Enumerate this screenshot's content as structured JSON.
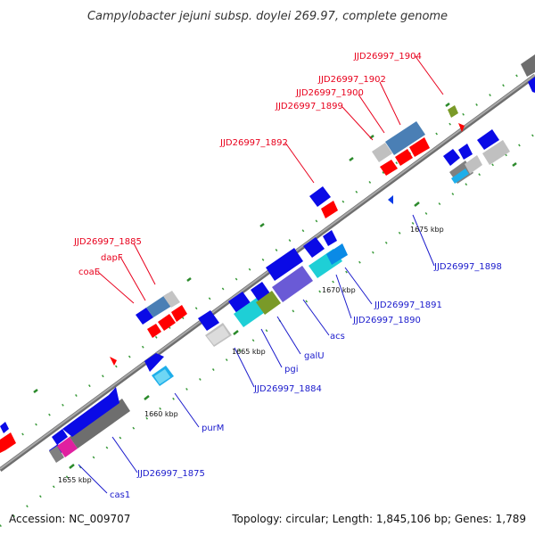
{
  "title": "Campylobacter jejuni subsp. doylei 269.97, complete genome",
  "accession": "Accession: NC_009707",
  "summary": "Topology: circular; Length: 1,845,106 bp; Genes: 1,789",
  "colors": {
    "backbone": "#8c8c8c",
    "cds": "#0a0ae6",
    "rna": "#ff0000",
    "label_red": "#e8001c",
    "label_blue": "#1a1acc",
    "tick": "#2b8a2b"
  },
  "scale_ticks": [
    "1655 kbp",
    "1660 kbp",
    "1665 kbp",
    "1670 kbp",
    "1675 kbp"
  ],
  "labels": {
    "l1904": "JJD26997_1904",
    "l1902": "JJD26997_1902",
    "l1900": "JJD26997_1900",
    "l1899": "JJD26997_1899",
    "l1892": "JJD26997_1892",
    "l1885": "JJD26997_1885",
    "dapF": "dapF",
    "coaE": "coaE",
    "l1898": "JJD26997_1898",
    "l1891": "JJD26997_1891",
    "l1890": "JJD26997_1890",
    "acs": "acs",
    "galU": "galU",
    "pgi": "pgi",
    "l1884": "JJD26997_1884",
    "purM": "purM",
    "l1875": "JJD26997_1875",
    "cas1": "cas1"
  }
}
